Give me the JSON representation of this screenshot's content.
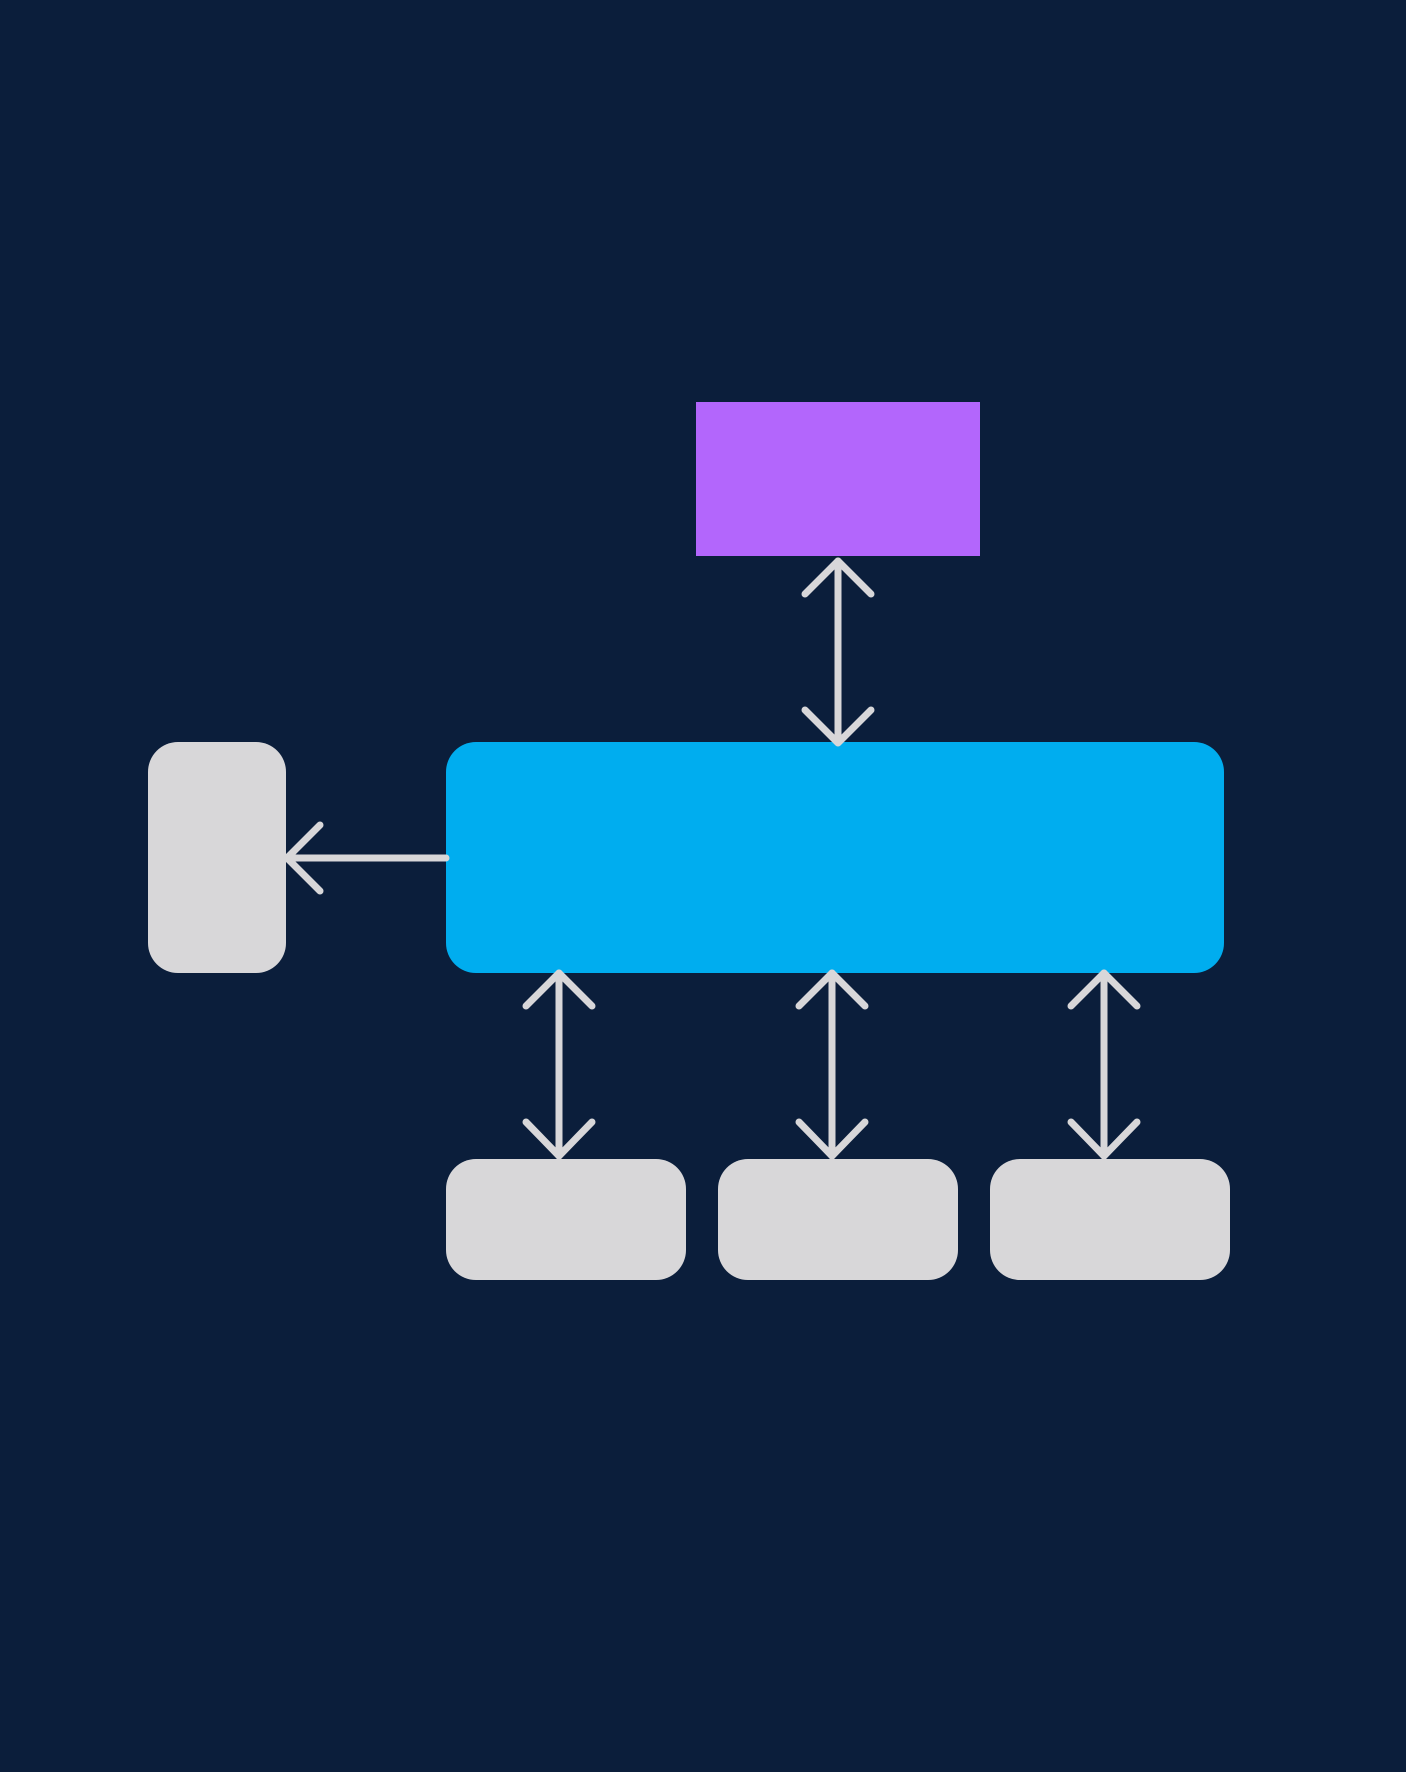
{
  "colors": {
    "background": "#0b1e3b",
    "top_node": "#b366fc",
    "center_node": "#00adef",
    "gray_node": "#d8d7d9",
    "connector": "#d8d7d9"
  },
  "diagram": {
    "nodes": [
      {
        "id": "top-node",
        "label": "",
        "role": "top"
      },
      {
        "id": "center-node",
        "label": "",
        "role": "center"
      },
      {
        "id": "left-node",
        "label": "",
        "role": "left"
      },
      {
        "id": "bottom-node-1",
        "label": "",
        "role": "bottom"
      },
      {
        "id": "bottom-node-2",
        "label": "",
        "role": "bottom"
      },
      {
        "id": "bottom-node-3",
        "label": "",
        "role": "bottom"
      }
    ],
    "edges": [
      {
        "from": "top-node",
        "to": "center-node",
        "direction": "both"
      },
      {
        "from": "center-node",
        "to": "left-node",
        "direction": "forward"
      },
      {
        "from": "center-node",
        "to": "bottom-node-1",
        "direction": "both"
      },
      {
        "from": "center-node",
        "to": "bottom-node-2",
        "direction": "both"
      },
      {
        "from": "center-node",
        "to": "bottom-node-3",
        "direction": "both"
      }
    ]
  }
}
